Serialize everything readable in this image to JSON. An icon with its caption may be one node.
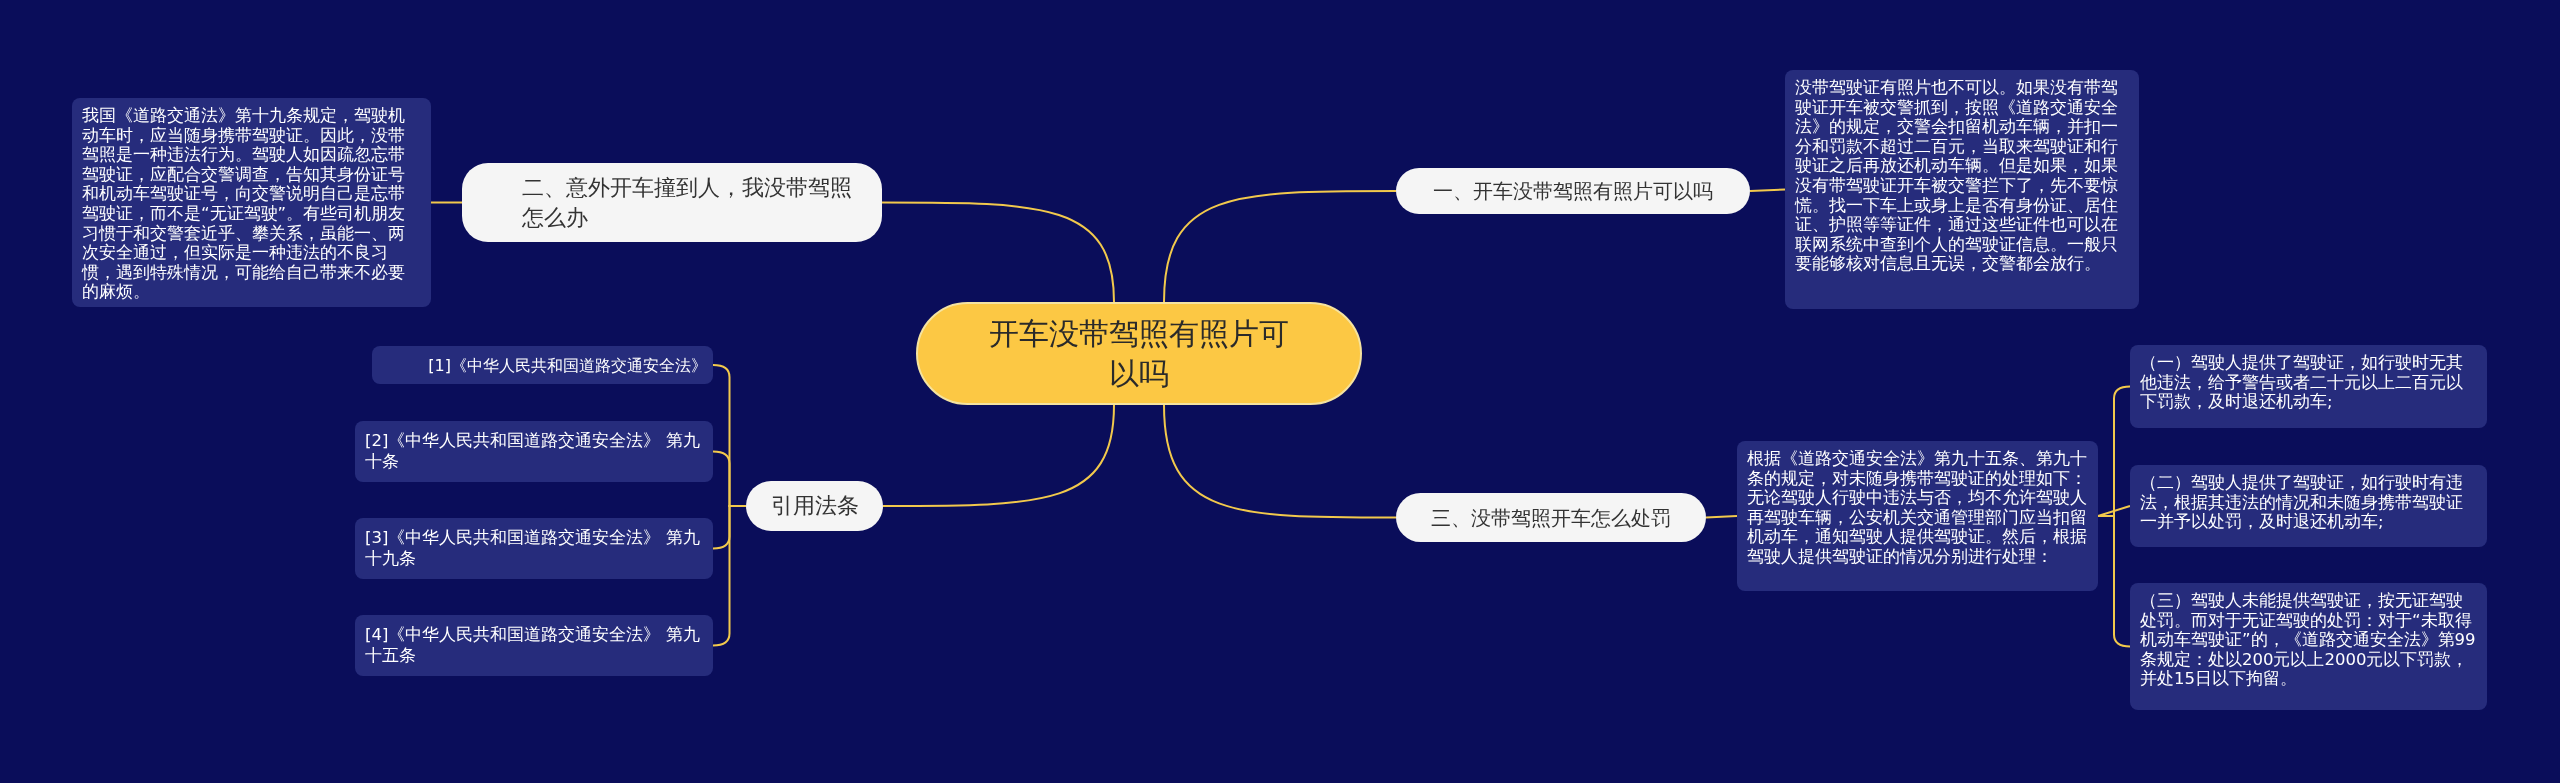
{
  "diagram": {
    "nodes": [
      {
        "text": [
          "开车没带驾照有照片可以吗"
        ]
      },
      {
        "text": [
          "一、开车没带驾照有照片可以吗"
        ]
      },
      {
        "text": [
          "没带驾驶证有照片也不可以。如果没有带驾驶证开车被交警抓到，按照《道路交通安全法》的规定，交警会扣留机动车辆，并扣一分和罚款不超过二百元，当取来驾驶证和行驶证之后再放还机动车辆。但是如果，如果没有带驾驶证开车被交警拦下了，先不要惊慌。找一下车上或身上是否有身份证、居住证、护照等等证件，通过这些证件也可以在联网系统中查到个人的驾驶证信息。一般只要能够核对信息且无误，交警都会放行。"
        ]
      },
      {
        "text": [
          "二、意外开车撞到人，我没带驾照怎么办"
        ]
      },
      {
        "text": [
          "我国《道路交通法》第十九条规定，驾驶机动车时，应当随身携带驾驶证。因此，没带驾照是一种违法行为。驾驶人如因疏忽忘带驾驶证，应配合交警调查，告知其身份证号和机动车驾驶证号，向交警说明自己是忘带驾驶证，而不是“无证驾驶”。有些司机朋友习惯于和交警套近乎、攀关系，虽能一、两次安全通过，但实际是一种违法的不良习惯，遇到特殊情况，可能给自己带来不必要的麻烦。"
        ]
      },
      {
        "text": [
          "三、没带驾照开车怎么处罚"
        ]
      },
      {
        "text": [
          "根据《道路交通安全法》第九十五条、第九十条的规定，对未随身携带驾驶证的处理如下：无论驾驶人行驶中违法与否，均不允许驾驶人再驾驶车辆，公安机关交通管理部门应当扣留机动车，通知驾驶人提供驾驶证。然后，根据驾驶人提供驾驶证的情况分别进行处理："
        ]
      },
      {
        "text": [
          "（一）驾驶人提供了驾驶证，如行驶时无其他违法，给予警告或者二十元以上二百元以下罚款，及时退还机动车;"
        ]
      },
      {
        "text": [
          "（二）驾驶人提供了驾驶证，如行驶时有违法，根据其违法的情况和未随身携带驾驶证一并予以处罚，及时退还机动车;"
        ]
      },
      {
        "text": [
          "（三）驾驶人未能提供驾驶证，按无证驾驶处罚。而对于无证驾驶的处罚：对于“未取得机动车驾驶证”的，《道路交通安全法》第99条规定：处以200元以上2000元以下罚款，并处15日以下拘留。"
        ]
      },
      {
        "text": [
          "引用法条"
        ]
      },
      {
        "text": [
          "[1]《中华人民共和国道路交通安全法》"
        ]
      },
      {
        "text": [
          "[2]《中华人民共和国道路交通安全法》 第九十条"
        ]
      },
      {
        "text": [
          "[3]《中华人民共和国道路交通安全法》 第九十九条"
        ]
      },
      {
        "text": [
          "[4]《中华人民共和国道路交通安全法》 第九十五条"
        ]
      }
    ],
    "edges": [
      {
        "from": 0,
        "to": 1,
        "arrow": "none"
      },
      {
        "from": 1,
        "to": 2,
        "arrow": "none"
      },
      {
        "from": 0,
        "to": 3,
        "arrow": "none"
      },
      {
        "from": 3,
        "to": 4,
        "arrow": "none"
      },
      {
        "from": 0,
        "to": 5,
        "arrow": "none"
      },
      {
        "from": 5,
        "to": 6,
        "arrow": "none"
      },
      {
        "from": 6,
        "to": 7,
        "arrow": "none"
      },
      {
        "from": 6,
        "to": 8,
        "arrow": "none"
      },
      {
        "from": 6,
        "to": 9,
        "arrow": "none"
      },
      {
        "from": 0,
        "to": 10,
        "arrow": "none"
      },
      {
        "from": 10,
        "to": 11,
        "arrow": "none"
      },
      {
        "from": 10,
        "to": 12,
        "arrow": "none"
      },
      {
        "from": 10,
        "to": 13,
        "arrow": "none"
      },
      {
        "from": 10,
        "to": 14,
        "arrow": "none"
      }
    ]
  }
}
